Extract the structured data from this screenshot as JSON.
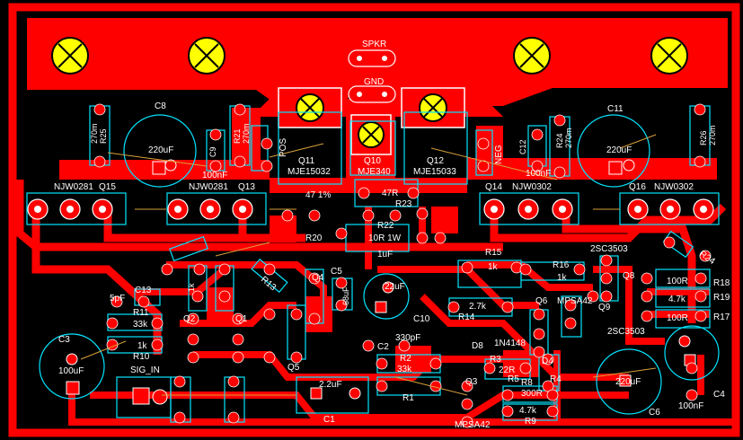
{
  "colors": {
    "background": "#000000",
    "copper": "#ff0000",
    "silkscreen": "#ffffff",
    "outline": "#00e5ff",
    "pad_hole": "#ffffff",
    "mount_hole": "#ffff00",
    "ratsnest": "#d9a13a"
  },
  "labels": {
    "spkr": "SPKR",
    "gnd": "GND",
    "pos": "POS",
    "neg": "NEG",
    "c8": "C8",
    "c11": "C11",
    "r25": "R25",
    "r25v": "270m",
    "r26": "R26",
    "r26v": "270m",
    "r21": "R21",
    "r21v": "270m",
    "r24": "R24",
    "r24v": "270m",
    "c8v": "220uF",
    "c11v": "220uF",
    "c9": "C9",
    "c9v": "100nF",
    "c12": "C12",
    "c12v": "100nF",
    "q11": "Q11",
    "q11v": "MJE15032",
    "q10": "Q10",
    "q10v": "MJE340",
    "q12": "Q12",
    "q12v": "MJE15033",
    "njw0281a": "NJW0281",
    "q15": "Q15",
    "njw0281b": "NJW0281",
    "q13": "Q13",
    "q14": "Q14",
    "njw0302a": "NJW0302",
    "q16": "Q16",
    "njw0302b": "NJW0302",
    "r20v": "47 1%",
    "r20": "R20",
    "r23v": "47R",
    "r23": "R23",
    "r22": "R22",
    "r22v": "10R 1W",
    "c14v": "1uF",
    "r15": "R15",
    "r15v": "1k",
    "r16": "R16",
    "r16v": "1k",
    "sc3503a": "2SC3503",
    "sc3503b": "2SC3503",
    "q8": "Q8",
    "q9": "Q9",
    "q6": "Q6",
    "q7": "Q7",
    "mpsa42a": "MPSA42",
    "mpsa42b": "MPSA42",
    "r18": "R18",
    "r19": "R19",
    "r17": "R17",
    "r18v": "100R",
    "r19v": "4.7k",
    "r17v": "100R",
    "c13": "C13",
    "c13v": "5pF",
    "r11": "R11",
    "r11v": "33k",
    "r10": "R10",
    "r10v": "1k",
    "q2": "Q2",
    "q1": "Q1",
    "q4": "Q4",
    "q5": "Q5",
    "c5": "C5",
    "c5v": "68uF",
    "c10": "C10",
    "c10v": "22uF",
    "r14": "R14",
    "r14v": "2.7k",
    "r12v": "1k",
    "r13": "R13",
    "c3": "C3",
    "c3v": "100uF",
    "sig_in": "SIG_IN",
    "c1": "C1",
    "c1v": "2.2uF",
    "c2": "C2",
    "c2v": "330pF",
    "r2": "R2",
    "r2v": "33k",
    "r1": "R1",
    "d8": "D8",
    "d8v": "1N4148",
    "r3": "R3",
    "r3v": "22R",
    "d4": "D4",
    "r8": "R8",
    "r8v": "300R",
    "r9": "R9",
    "r9v": "4.7k",
    "q3": "Q3",
    "c6": "C6",
    "c6v": "220uF",
    "c4": "C4",
    "c4v": "100nF",
    "r5": "R5",
    "r4": "R4",
    "r24b": "R24"
  }
}
